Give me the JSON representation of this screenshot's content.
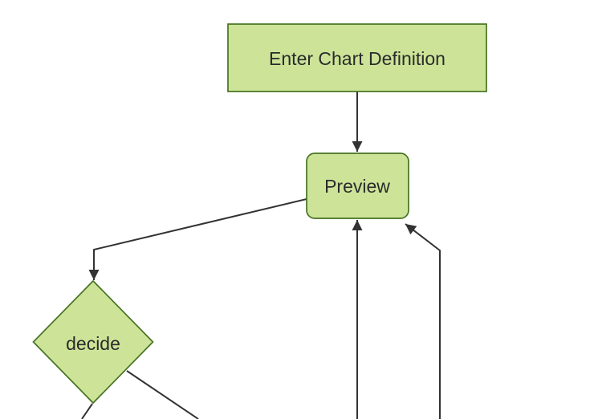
{
  "diagram": {
    "type": "flowchart",
    "direction": "top-down",
    "nodes": [
      {
        "id": "A",
        "label": "Enter Chart Definition",
        "shape": "rectangle"
      },
      {
        "id": "B",
        "label": "Preview",
        "shape": "rounded-rectangle"
      },
      {
        "id": "C",
        "label": "decide",
        "shape": "diamond"
      }
    ],
    "edges": [
      {
        "from": "A",
        "to": "B",
        "arrowhead": true,
        "route": "straight-down"
      },
      {
        "from": "B",
        "to": "C",
        "arrowhead": true,
        "route": "left-then-down"
      },
      {
        "from": "offscreen-bottom-center",
        "to": "B",
        "arrowhead": true,
        "route": "straight-up"
      },
      {
        "from": "offscreen-bottom-right",
        "to": "B",
        "arrowhead": true,
        "route": "up-then-diagonal"
      },
      {
        "from": "C",
        "to": "offscreen-bottom-left",
        "arrowhead": false,
        "route": "down-left"
      },
      {
        "from": "C",
        "to": "offscreen-bottom-right",
        "arrowhead": false,
        "route": "down-right"
      }
    ]
  },
  "colors": {
    "background": "#ffffff",
    "node_fill": "#cde498",
    "node_border": "#467322",
    "edge_line": "#333333",
    "arrowhead": "#333333",
    "text": "#2b2b2b"
  }
}
